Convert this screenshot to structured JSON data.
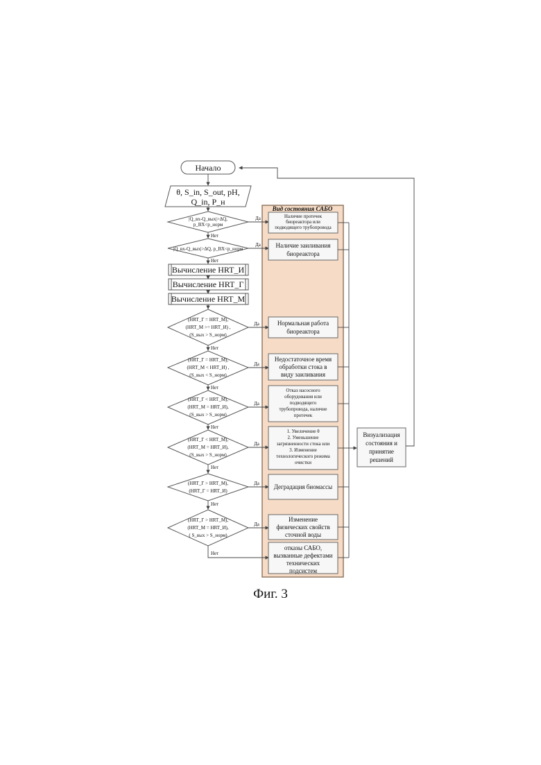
{
  "start": "Начало",
  "input": {
    "line1": "θ, S_in, S_out, pH,",
    "line2": "Q_in, P_н"
  },
  "calc": [
    "Вычисление HRT_И",
    "Вычисление HRT_Г",
    "Вычисление HRT_М"
  ],
  "panel_title": "Вид состояния САБО",
  "conditions": [
    [
      "|Q_вх-Q_вых|>ΔQ,",
      "p_ВХ<p_норм"
    ],
    [
      "|Q_вх-Q_вых|>ΔQ, p_ВХ<p_норм"
    ],
    [
      "(HRT_Г = HRT_М),",
      "(HRT_М >= HRT_И) ,",
      "(S_вых > S_норм)"
    ],
    [
      "(HRT_Г = HRT_М),",
      "(HRT_М < HRT_И) ,",
      "(S_вых < S_норм)"
    ],
    [
      "(HRT_Г < HRT_М),",
      "(HRT_М = HRT_И),",
      "(S_вых > S_норм)"
    ],
    [
      "(HRT_Г < HRT_М),",
      "(HRT_М = HRT_И),",
      "(S_вых > S_норм)"
    ],
    [
      "(HRT_Г > HRT_М),",
      "(HRT_Г = HRT_И)"
    ],
    [
      "(HRT_Г > HRT_М),",
      "(HRT_М = HRT_И),",
      "( S_вых > S_норм)"
    ]
  ],
  "states": [
    [
      "Наличие протечек",
      "биореактора или",
      "подводящего трубопровода"
    ],
    [
      "Наличие заиливания",
      "биореактора"
    ],
    [
      "Нормальная работа",
      "биореактора"
    ],
    [
      "Недостаточное время",
      "обработки стока в",
      "виду заиливания"
    ],
    [
      "Отказ насосного",
      "оборудования или",
      "подводящего",
      "трубопровода, наличие",
      "протечек"
    ],
    [
      "1. Увеличение θ",
      "2. Уменьшение",
      "загрязненности стока или",
      "3. Изменение",
      "технологического режима",
      "очистки"
    ],
    [
      "Деградация биомассы"
    ],
    [
      "Изменение",
      "физических свойств",
      "сточной воды"
    ],
    [
      "отказы САБО,",
      "вызванные дефектами",
      "технических",
      "подсистем"
    ]
  ],
  "yes": "Да",
  "no": "Нет",
  "visual": [
    "Визуализация",
    "состояния и",
    "принятие",
    "решений"
  ],
  "caption": "Фиг. 3"
}
